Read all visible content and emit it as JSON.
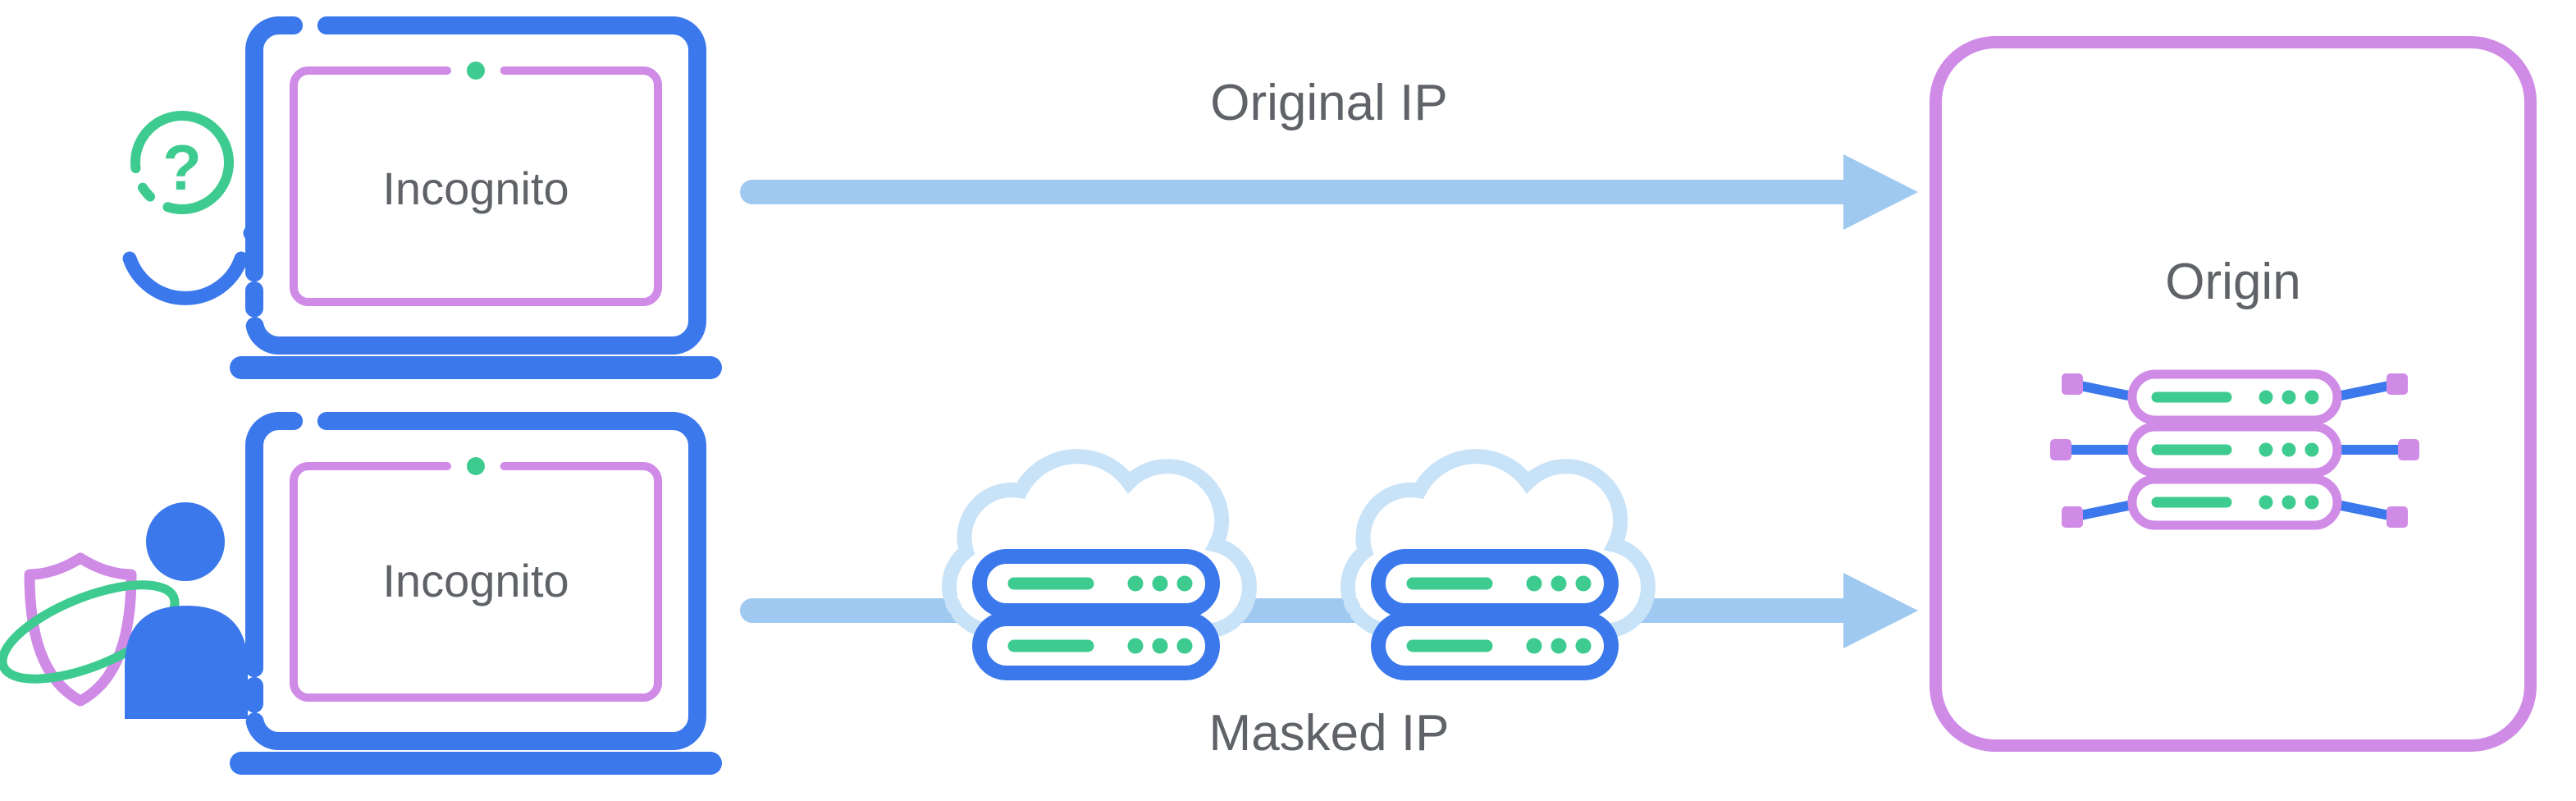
{
  "diagram": {
    "flows": [
      {
        "device_label": "Incognito",
        "arrow_label": "Original IP",
        "user_icon": "anonymous-user-question-icon",
        "user_icon_glyph": "?",
        "route": "direct-to-origin"
      },
      {
        "device_label": "Incognito",
        "arrow_label": "Masked IP",
        "user_icon": "protected-user-shield-icon",
        "route": "via-proxy-clouds",
        "proxy_count": 2
      }
    ],
    "origin": {
      "label": "Origin",
      "icon": "origin-server-icon"
    },
    "colors": {
      "device_blue": "#3B78EC",
      "arrow_light_blue": "#9FC9F0",
      "cloud_pale_blue": "#C8E2F8",
      "accent_green": "#3ECB8F",
      "accent_purple": "#CF8BE6",
      "label_gray": "#5F6368",
      "background": "#FFFFFF"
    }
  }
}
